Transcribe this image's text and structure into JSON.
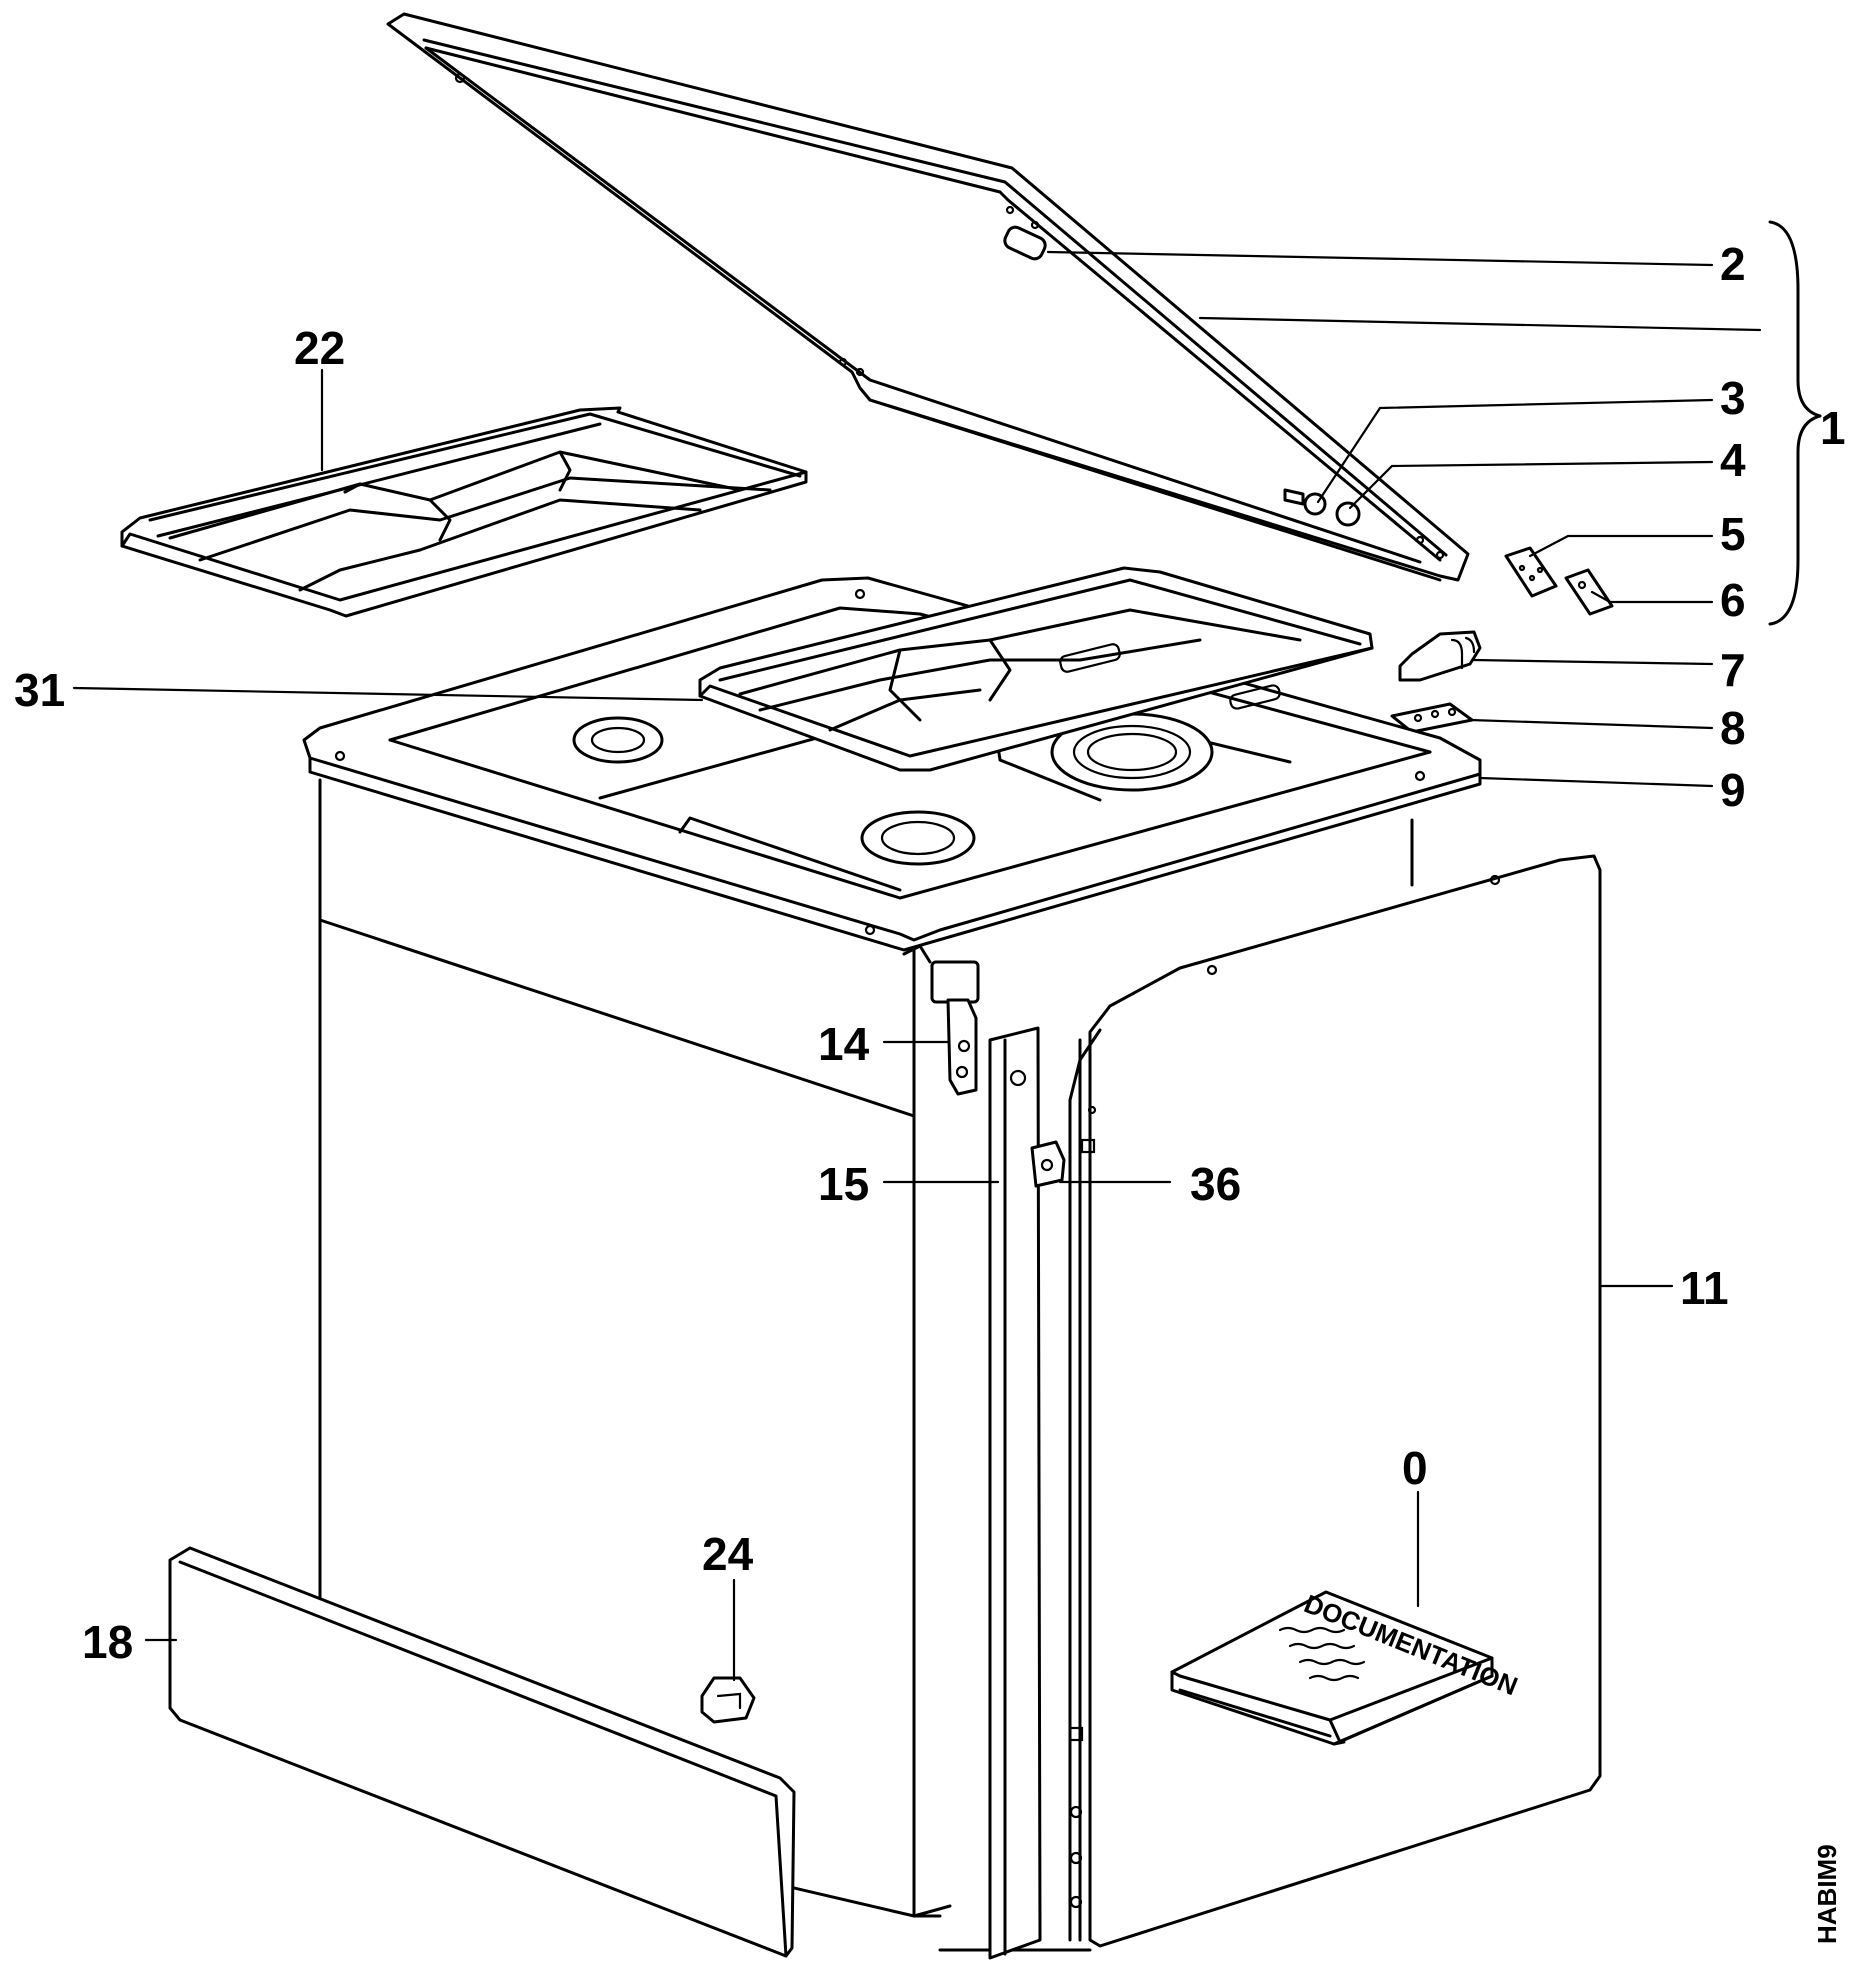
{
  "diagram": {
    "drawing_code": "HABIM9",
    "parts": [
      {
        "id": "p0",
        "number": "0"
      },
      {
        "id": "p1",
        "number": "1"
      },
      {
        "id": "p2",
        "number": "2"
      },
      {
        "id": "p3",
        "number": "3"
      },
      {
        "id": "p4",
        "number": "4"
      },
      {
        "id": "p5",
        "number": "5"
      },
      {
        "id": "p6",
        "number": "6"
      },
      {
        "id": "p7",
        "number": "7"
      },
      {
        "id": "p8",
        "number": "8"
      },
      {
        "id": "p9",
        "number": "9"
      },
      {
        "id": "p11",
        "number": "11"
      },
      {
        "id": "p14",
        "number": "14"
      },
      {
        "id": "p15",
        "number": "15"
      },
      {
        "id": "p18",
        "number": "18"
      },
      {
        "id": "p22",
        "number": "22"
      },
      {
        "id": "p24",
        "number": "24"
      },
      {
        "id": "p31",
        "number": "31"
      },
      {
        "id": "p36",
        "number": "36"
      }
    ],
    "booklet_text": "DOCUMENTATION"
  }
}
